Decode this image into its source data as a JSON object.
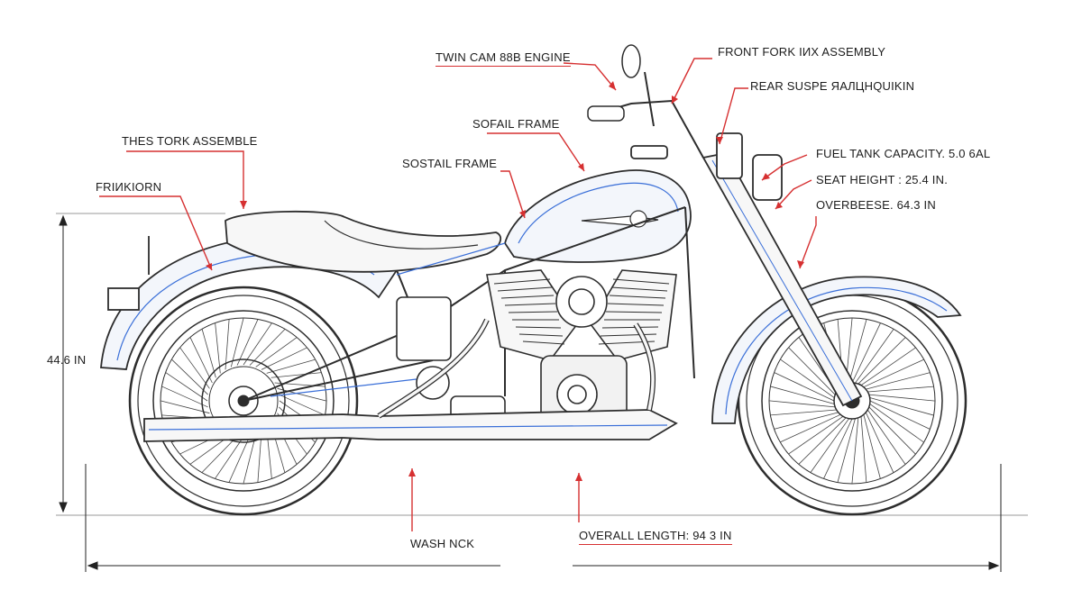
{
  "labels": {
    "twin_cam_engine": "TWIN CAM 88B ENGINE",
    "front_fork_assembly": "FRONT FORK IИX ASSEMBLY",
    "rear_suspension": "REAR SUSPE ЯAЛЦНQUIKIN",
    "softail_frame_upper": "SOFAIL FRAME",
    "softail_frame_lower": "SOSTAIL FRAME",
    "fuel_tank_capacity": "FUEL TANK CAPACITY. 5.0 6AL",
    "seat_height": "SEAT HEIGHT : 25.4 IN.",
    "overall_height": "OVERBEESE. 64.3 IN",
    "rear_fork_assembly": "THES TORK ASSEMBLE",
    "fender_horn": "FRIИKIORN",
    "total_height": "44.6 IN",
    "wash_neck": "WASH NCK",
    "overall_length": "OVERALL LENGTH: 94 3 IN"
  },
  "colors": {
    "leader_line": "#d63031",
    "outline": "#2d2d2d",
    "highlight": "#3a6fd8",
    "dimension_line": "#222222"
  }
}
